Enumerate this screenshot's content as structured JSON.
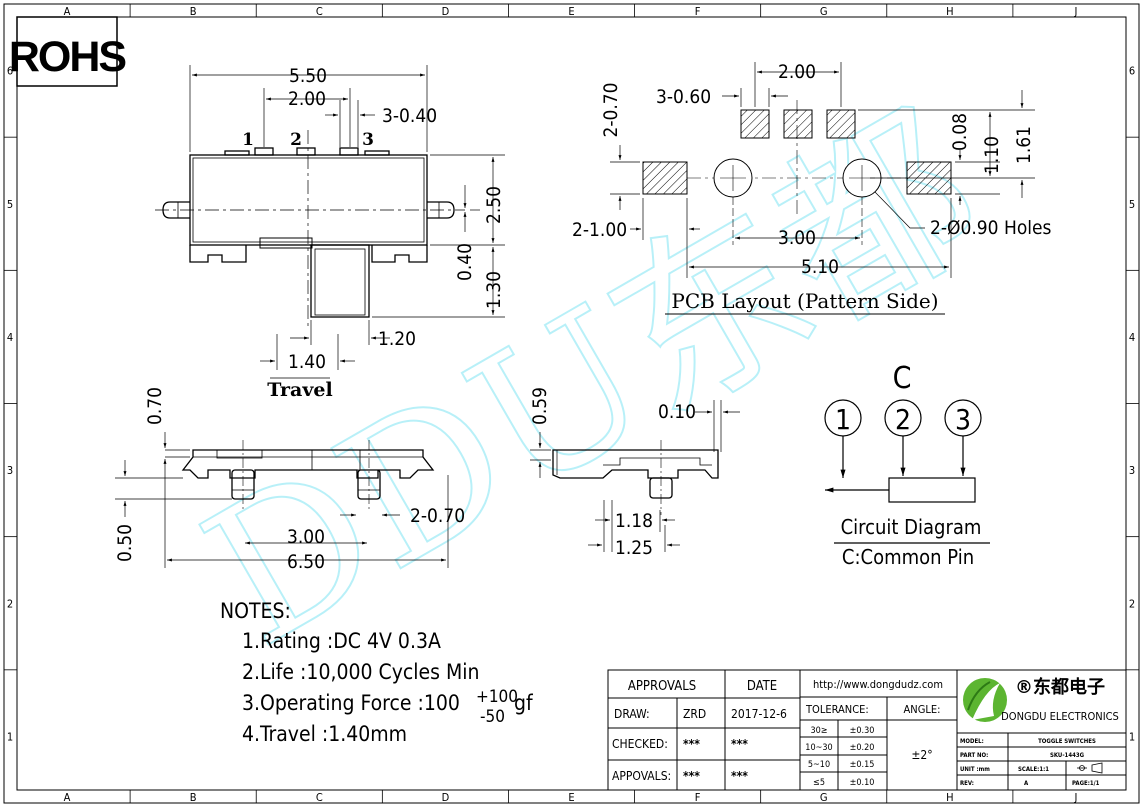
{
  "frame": {
    "col_labels": [
      "A",
      "B",
      "C",
      "D",
      "E",
      "F",
      "G",
      "H",
      "J"
    ],
    "row_labels": [
      "6",
      "5",
      "4",
      "3",
      "2",
      "1"
    ]
  },
  "rohs": "ROHS",
  "watermark": "DDU东都",
  "top_view": {
    "dim_total": "5.50",
    "dim_pitch": "2.00",
    "dim_pin": "3-0.40",
    "pin1": "1",
    "pin2": "2",
    "pin3": "3",
    "dim_height": "2.50",
    "dim_offset": "0.40",
    "dim_lever": "1.30",
    "dim_lever_w": "1.20",
    "dim_travel": "1.40",
    "travel_label": "Travel"
  },
  "front_view": {
    "dim_top": "0.70",
    "dim_bottom": "0.50",
    "dim_pitch": "3.00",
    "dim_total": "6.50",
    "dim_peg": "2-0.70"
  },
  "side_view": {
    "dim_top": "0.59",
    "dim_gap": "0.10",
    "dim_a": "1.18",
    "dim_b": "1.25"
  },
  "pcb": {
    "dim_pad_h": "2-0.70",
    "dim_pad_w": "3-0.60",
    "dim_pitch": "2.00",
    "dim_a": "0.08",
    "dim_b": "1.10",
    "dim_c": "1.61",
    "dim_side_pad": "2-1.00",
    "dim_holes_pitch": "3.00",
    "dim_total": "5.10",
    "holes": "2-Ø0.90 Holes",
    "title": "PCB Layout (Pattern Side)"
  },
  "circuit": {
    "common": "C",
    "pins": [
      "1",
      "2",
      "3"
    ],
    "title": "Circuit Diagram",
    "subtitle": "C:Common Pin"
  },
  "notes": {
    "heading": "NOTES:",
    "n1": "1.Rating :DC 4V 0.3A",
    "n2": "2.Life :10,000 Cycles Min",
    "n3a": "3.Operating Force :100",
    "n3_plus": "+100",
    "n3_minus": "-50",
    "n3_unit": "gf",
    "n4": "4.Travel :1.40mm"
  },
  "title_block": {
    "approvals": "APPROVALS",
    "date": "DATE",
    "draw": "DRAW:",
    "draw_by": "ZRD",
    "draw_date": "2017-12-6",
    "checked": "CHECKED:",
    "checked_by": "***",
    "checked_date": "***",
    "appovals": "APPOVALS:",
    "appovals_by": "***",
    "appovals_date": "***",
    "url": "http://www.dongdudz.com",
    "tolerance": "TOLERANCE:",
    "angle": "ANGLE:",
    "angle_val": "±2°",
    "tol_rows": [
      {
        "range": "30≥",
        "tol": "±0.30"
      },
      {
        "range": "10~30",
        "tol": "±0.20"
      },
      {
        "range": "5~10",
        "tol": "±0.15"
      },
      {
        "range": "≤5",
        "tol": "±0.10"
      }
    ],
    "company_cn": "®东都电子",
    "company_en": "DONGDU ELECTRONICS",
    "model_label": "MODEL:",
    "model_val": "TOGGLE SWITCHES",
    "partno_label": "PART NO:",
    "partno_val": "SKU-1443G",
    "unit_label": "UNIT :mm",
    "scale_label": "SCALE:1:1",
    "rev_label": "REV:",
    "rev_val": "A",
    "page_label": "PAGE:1/1"
  }
}
